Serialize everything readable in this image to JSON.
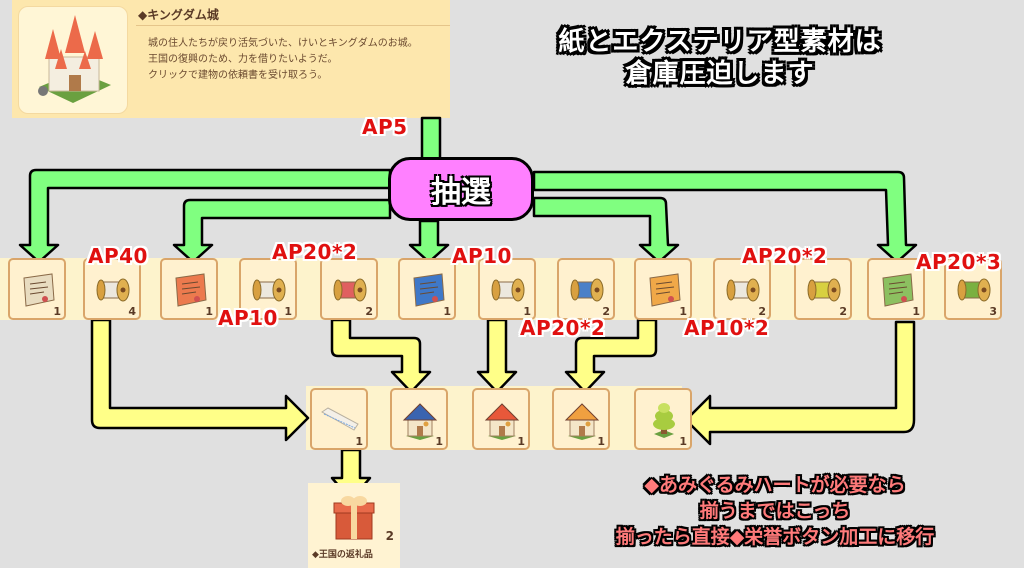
{
  "info_panel": {
    "title": "◆キングダム城",
    "description": "城の住人たちが戻り活気づいた、けいとキングダムのお城。\n王国の復興のため、力を借りたいようだ。\nクリックで建物の依頼書を受け取ろう。",
    "image_icon": "castle-icon"
  },
  "warning_note": {
    "line1": "紙とエクステリア型素材は",
    "line2": "倉庫圧迫します"
  },
  "lottery_label": "抽選",
  "ap_labels": {
    "ap5": "AP5",
    "ap40": "AP40",
    "ap10_a": "AP10",
    "ap20x2_a": "AP20*2",
    "ap10_b": "AP10",
    "ap20x2_b": "AP20*2",
    "ap10x2": "AP10*2",
    "ap20x2_c": "AP20*2",
    "ap20x3": "AP20*3"
  },
  "materials": [
    {
      "name": "white-paper",
      "icon": "scroll-icon",
      "color": "#e8dcc0",
      "count": "1"
    },
    {
      "name": "white-spool",
      "icon": "spool-icon",
      "color": "#ece8de",
      "count": "4"
    },
    {
      "name": "red-paper",
      "icon": "scroll-icon",
      "color": "#ec7a4e",
      "count": "1"
    },
    {
      "name": "white-spool",
      "icon": "spool-icon",
      "color": "#ece8de",
      "count": "1"
    },
    {
      "name": "red-spool",
      "icon": "spool-icon",
      "color": "#e06060",
      "count": "2"
    },
    {
      "name": "blue-paper",
      "icon": "scroll-icon",
      "color": "#3f78c8",
      "count": "1"
    },
    {
      "name": "white-spool",
      "icon": "spool-icon",
      "color": "#ece8de",
      "count": "1"
    },
    {
      "name": "blue-spool",
      "icon": "spool-icon",
      "color": "#4a80c8",
      "count": "2"
    },
    {
      "name": "orange-paper",
      "icon": "scroll-icon",
      "color": "#f0a848",
      "count": "1"
    },
    {
      "name": "white-spool",
      "icon": "spool-icon",
      "color": "#ece8de",
      "count": "2"
    },
    {
      "name": "yellow-spool",
      "icon": "spool-icon",
      "color": "#d8d040",
      "count": "2"
    },
    {
      "name": "green-paper",
      "icon": "scroll-icon",
      "color": "#8cc060",
      "count": "1"
    },
    {
      "name": "green-spool",
      "icon": "spool-icon",
      "color": "#7ab040",
      "count": "3"
    }
  ],
  "products": [
    {
      "name": "white-wall",
      "icon": "fence-icon",
      "color": "#f4f0e8",
      "count": "1"
    },
    {
      "name": "blue-house",
      "icon": "house-icon",
      "color": "#3a64b0",
      "count": "1"
    },
    {
      "name": "red-house",
      "icon": "house-icon",
      "color": "#e8583a",
      "count": "1"
    },
    {
      "name": "orange-shop",
      "icon": "house-icon",
      "color": "#f0a040",
      "count": "1"
    },
    {
      "name": "green-tree",
      "icon": "tree-icon",
      "color": "#a8cc40",
      "count": "1"
    }
  ],
  "reward": {
    "icon": "gift-icon",
    "count": "2",
    "label": "◆王国の返礼品"
  },
  "heart_note": {
    "line1": "◆あみぐるみハートが必要なら",
    "line2": "揃うまではこっち",
    "line3": "揃ったら直接◆栄誉ボタン加工に移行"
  },
  "colors": {
    "background": "#e0e0e0",
    "panel": "#fde7ad",
    "green_arrow": "#80ff80",
    "yellow_arrow": "#ffff88",
    "lottery": "#ff80ff",
    "ap_text": "#e01010",
    "heart_note": "#ff7a7a"
  }
}
